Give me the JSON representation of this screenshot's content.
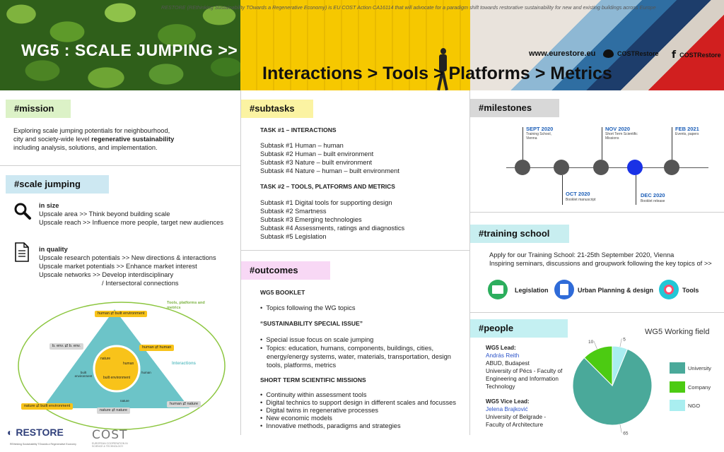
{
  "header": {
    "title": "WG5 : SCALE JUMPING >>",
    "subtitle": "Interactions > Tools > Platforms > Metrics",
    "website": "www.eurestore.eu",
    "twitter": "COSTRestore",
    "facebook": "COSTRestore"
  },
  "mission": {
    "tag": "#mission",
    "line1": "Exploring scale jumping potentials for neighbourhood,",
    "line2a": "city and society-wide level ",
    "line2b": "regenerative sustainability",
    "line3": "including analysis, solutions, and implementation."
  },
  "scale": {
    "tag": "#scale jumping",
    "size_head": "in size",
    "size_lines": [
      "Upscale area >> Think beyond building scale",
      "Upscale reach >> Influence more people, target new audiences"
    ],
    "quality_head": "in quality",
    "quality_lines": [
      "Upscale research potentials >> New directions & interactions",
      "Upscale market potentials >> Enhance market interest",
      "Upscale networks >> Develop interdisciplinary",
      "/ Intersectoral connections"
    ]
  },
  "diagram": {
    "tools_label": "Tools, platforms and metrics",
    "interactions_label": "Interactions",
    "center_nature": "nature",
    "center_human": "human",
    "center_built": "built environment",
    "icon_built": "built environment",
    "icon_human": "human",
    "icon_nature": "nature",
    "boxes": {
      "top_left": "human",
      "top_right": "built environment",
      "mid_left_a": "b. env.",
      "mid_left_b": "b. env.",
      "mid_right_a": "human",
      "mid_right_b": "human",
      "bot_left_a": "nature",
      "bot_left_b": "built environment",
      "bot_mid_a": "nature",
      "bot_mid_b": "nature",
      "bot_right_a": "human",
      "bot_right_b": "nature"
    }
  },
  "subtasks": {
    "tag": "#subtasks",
    "task1": "TASK #1 – INTERACTIONS",
    "task1_items": [
      "Subtask #1  Human – human",
      "Subtask #2  Human – built environment",
      "Subtask #3  Nature – built environment",
      "Subtask #4  Nature – human – built environment"
    ],
    "task2": "TASK #2 – TOOLS, PLATFORMS AND METRICS",
    "task2_items": [
      "Subtask #1  Digital tools for supporting design",
      "Subtask #2  Smartness",
      "Subtask #3  Emerging technologies",
      "Subtask #4  Assessments, ratings and diagnostics",
      "Subtask #5  Legislation"
    ]
  },
  "outcomes": {
    "tag": "#outcomes",
    "booklet_head": "WG5 BOOKLET",
    "booklet_items": [
      "Topics following the WG topics"
    ],
    "special_head": "“SUSTAINABILITY SPECIAL ISSUE”",
    "special_items": [
      "Special issue focus on scale jumping",
      "Topics: education, humans, components, buildings, cities, energy/energy systems, water, materials, transportation, design tools, platforms, metrics"
    ],
    "stsm_head": "SHORT TERM SCIENTIFIC MISSIONS",
    "stsm_items": [
      "Continuity within assessment tools",
      "Digital technics to support design in different scales and focusses",
      "Digital twins in regenerative processes",
      "New economic models",
      "Innovative methods, paradigms and strategies"
    ]
  },
  "milestones": {
    "tag": "#milestones",
    "m1_date": "SEPT 2020",
    "m1_desc": "Training School, Vienna",
    "m2_date": "OCT 2020",
    "m2_desc": "Booklet manuscript",
    "m3_date": "NOV 2020",
    "m3_desc": "Short Term Scientific Missions",
    "m4_date": "DEC 2020",
    "m4_desc": "Booklet release",
    "m5_date": "FEB 2021",
    "m5_desc": "Events, papers"
  },
  "training": {
    "tag": "#training school",
    "line1": "Apply for our Training School: 21-25th  September 2020, Vienna",
    "line2": "Inspiring seminars, discussions and groupwork following the key topics of >>",
    "topic1": "Legislation",
    "topic2": "Urban Planning & design",
    "topic3": "Tools"
  },
  "people": {
    "tag": "#people",
    "lead_head": "WG5 Lead:",
    "lead_name": "András Reith",
    "lead_lines": [
      "ABUD, Budapest",
      "University of Pécs - Faculty of",
      "Engineering and Information",
      "Technology"
    ],
    "vice_head": "WG5 Vice Lead:",
    "vice_name": "Jelena Brajković",
    "vice_lines": [
      "University of Belgrade -",
      "Faculty of Architecture"
    ]
  },
  "chart_data": {
    "type": "pie",
    "title": "WG5 Working field",
    "categories": [
      "University",
      "Company",
      "NGO"
    ],
    "values": [
      65,
      10,
      5
    ],
    "colors": [
      "#4aa99a",
      "#4ccb12",
      "#a9eef0"
    ],
    "legend": "right"
  },
  "footer": {
    "restore": "RESTORE",
    "restore_sub": "REthinking Sustainability TOwards a Regenerative Economy",
    "cost": "COST",
    "cost_sub": "EUROPEAN COOPERATION IN SCIENCE & TECHNOLOGY",
    "text": "RESTORE (REthinking Sustainability TOwards a Regenerative Economy) is EU COST Action CA16114 that will advocate for a paradigm shift towards restorative sustainability for new and existing buildings across Europe"
  }
}
